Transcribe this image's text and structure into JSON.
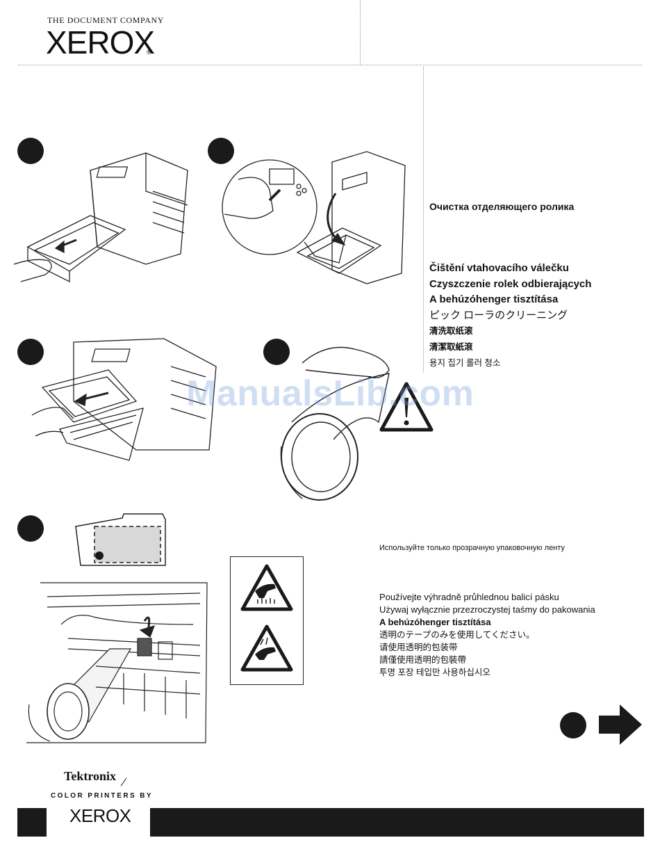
{
  "header": {
    "tagline": "THE DOCUMENT COMPANY",
    "logo": "XEROX"
  },
  "titles": {
    "russian": "Очистка отделяющего ролика",
    "czech": "Čištění vtahovacího válečku",
    "polish": "Czyszczenie rolek odbierających",
    "hungarian": "A behúzóhenger tisztítása",
    "japanese": "ピック ローラのクリーニング",
    "chinese_simplified": "清洗取纸滚",
    "chinese_traditional": "清潔取紙滾",
    "korean": "용지 집기 롤러 청소"
  },
  "tape_note": {
    "russian": "Используйте только прозрачную упаковочную ленту",
    "czech": "Používejte výhradně průhlednou balicí pásku",
    "polish": "Używaj wyłącznie przezroczystej taśmy do pakowania",
    "hungarian": "A behúzóhenger tisztítása",
    "japanese": "透明のテープのみを使用してください。",
    "chinese_simplified": "请使用透明的包装带",
    "chinese_traditional": "請僅使用透明的包裝帶",
    "korean": "투명 포장 테입만 사용하십시오"
  },
  "footer": {
    "tek_logo": "Tektronix",
    "subtitle": "COLOR PRINTERS BY",
    "logo": "XEROX"
  },
  "watermark": "ManualsLib.com",
  "icons": [
    "step-bullet",
    "warning-triangle-icon",
    "hot-surface-icon",
    "next-arrow-icon"
  ],
  "colors": {
    "ink": "#1a1a1a",
    "watermark": "#7aa0dc"
  }
}
